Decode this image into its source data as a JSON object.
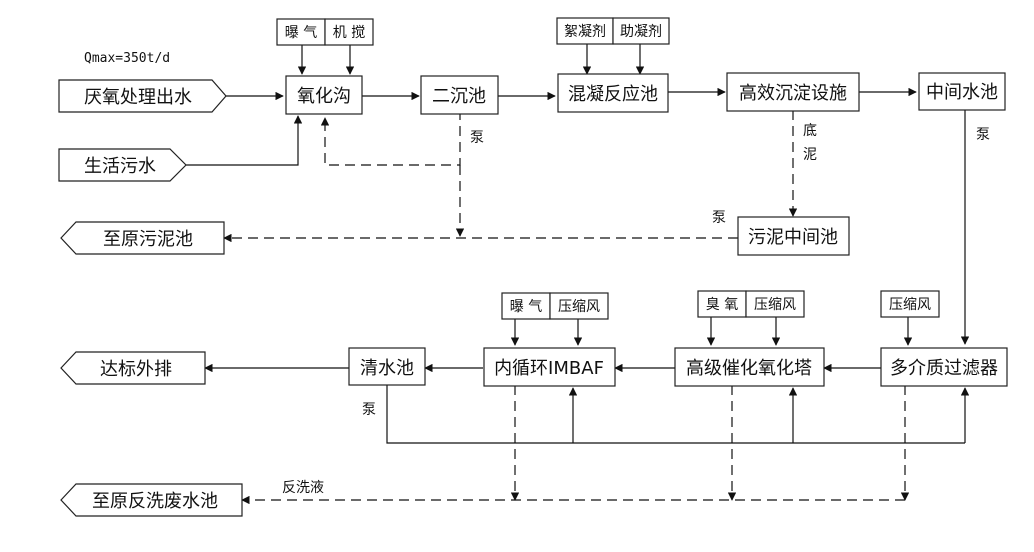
{
  "diagram": {
    "flow_note": "Qmax=350t/d",
    "inputs": {
      "anaerobic_effluent": "厌氧处理出水",
      "domestic_sewage": "生活污水"
    },
    "outputs": {
      "to_original_sludge_tank": "至原污泥池",
      "discharge": "达标外排",
      "to_original_backwash_tank": "至原反洗废水池"
    },
    "units": {
      "oxidation_ditch": "氧化沟",
      "secondary_clarifier": "二沉池",
      "coag_reaction_tank": "混凝反应池",
      "hi_eff_settling": "高效沉淀设施",
      "intermediate_tank": "中间水池",
      "sludge_intermediate_tank": "污泥中间池",
      "multi_media_filter": "多介质过滤器",
      "catalytic_oxidation_tower": "高级催化氧化塔",
      "imbaf": "内循环IMBAF",
      "clear_water_tank": "清水池"
    },
    "additives": {
      "aeration": "曝 气",
      "mixing": "机 搅",
      "flocculant": "絮凝剂",
      "coagulant_aid": "助凝剂",
      "ozone": "臭 氧",
      "compressed_air": "压缩风",
      "compressed_air_filter": "压缩风",
      "aeration_imbaf": "曝 气",
      "compressed_air_imbaf": "压缩风"
    },
    "annotations": {
      "pump_1": "泵",
      "pump_2": "泵",
      "pump_3": "泵",
      "pump_4": "泵",
      "bottom_sludge": "底泥",
      "backwash": "反洗液"
    },
    "colors": {
      "line": "#111111",
      "box_border": "#222222",
      "background": "#ffffff"
    }
  }
}
